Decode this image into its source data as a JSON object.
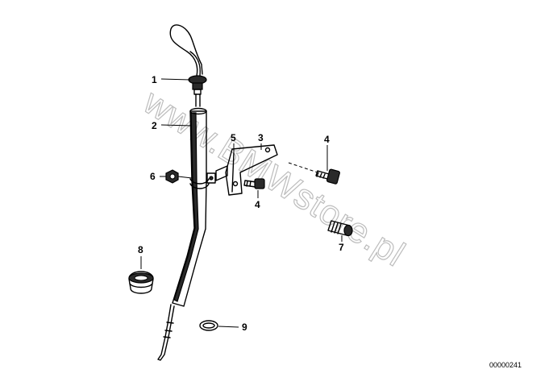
{
  "diagram": {
    "watermark": "www.BMWstore.pl",
    "reference_number": "00000241",
    "callouts": [
      {
        "id": "c1",
        "label": "1"
      },
      {
        "id": "c2",
        "label": "2"
      },
      {
        "id": "c3",
        "label": "3"
      },
      {
        "id": "c4a",
        "label": "4"
      },
      {
        "id": "c4b",
        "label": "4"
      },
      {
        "id": "c5",
        "label": "5"
      },
      {
        "id": "c6",
        "label": "6"
      },
      {
        "id": "c7",
        "label": "7"
      },
      {
        "id": "c8",
        "label": "8"
      },
      {
        "id": "c9",
        "label": "9"
      }
    ]
  }
}
